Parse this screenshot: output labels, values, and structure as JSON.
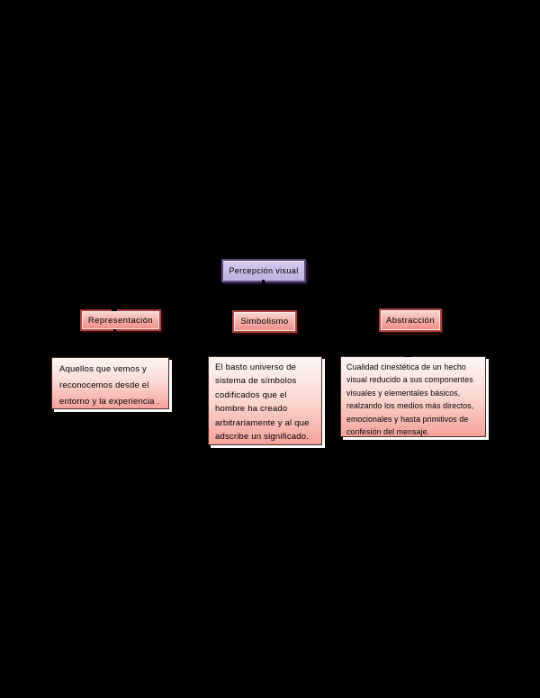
{
  "canvas": {
    "background": "#000000"
  },
  "diagram": {
    "root": {
      "label": "Percepción visual"
    },
    "nodes": [
      {
        "label": "Representación",
        "description_lines": [
          "Aquellos  que vemos y",
          "reconocemos desde el",
          "entorno y la experiencia ."
        ]
      },
      {
        "label": "Simbolismo",
        "description_lines": [
          "El basto universo de",
          "sistema de símbolos",
          "codificados que el",
          "hombre ha creado",
          "arbitrariamente y al que",
          "adscribe  un significado."
        ]
      },
      {
        "label": "Abstracción",
        "description_lines": [
          "Cualidad cinestética de  un hecho",
          "visual reducido a sus componentes",
          "visuales y elementales básicos,",
          "realzando los medios más directos,",
          "emocionales y hasta primitivos de",
          "confesión del mensaje."
        ]
      }
    ],
    "colors": {
      "background": "#000000",
      "root_border": "#5f4b80",
      "root_fill_top": "#d6ccef",
      "root_fill_bottom": "#bfb1e0",
      "branch_border": "#ad4341",
      "branch_fill_top": "#f9d8d4",
      "branch_fill_bottom": "#ef8e88",
      "desc_border": "#4d2c2b",
      "desc_fill_top": "#fdf6f4",
      "desc_fill_bottom": "#f5a29b",
      "desc_shadow": "#ffffff",
      "connector": "#000000",
      "text": "#000000"
    }
  }
}
